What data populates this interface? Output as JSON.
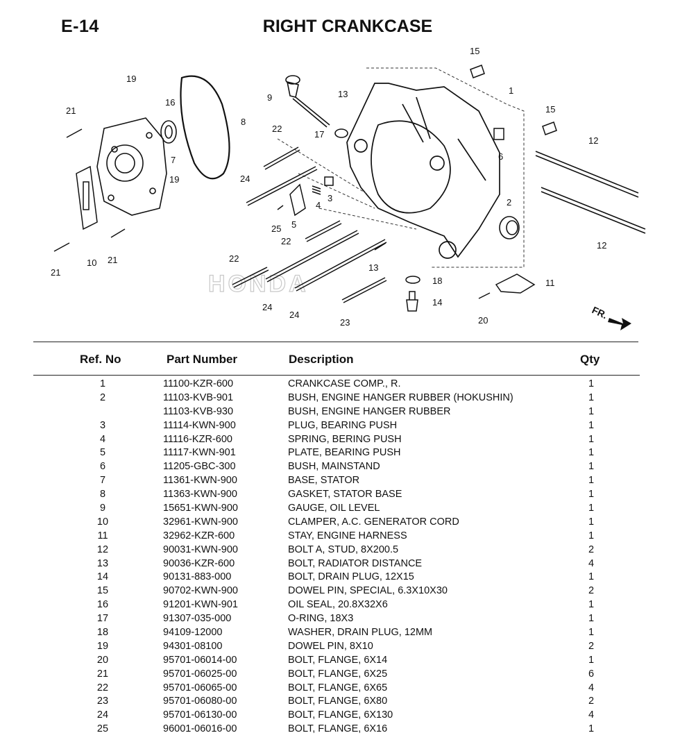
{
  "header": {
    "page_code": "E-14",
    "title": "RIGHT CRANKCASE"
  },
  "diagram": {
    "watermark": "HONDA",
    "direction_label": "FR.",
    "callouts": [
      "1",
      "2",
      "3",
      "4",
      "5",
      "6",
      "7",
      "8",
      "9",
      "10",
      "11",
      "12",
      "12",
      "13",
      "13",
      "14",
      "15",
      "15",
      "16",
      "17",
      "18",
      "19",
      "19",
      "20",
      "21",
      "21",
      "21",
      "22",
      "22",
      "22",
      "23",
      "24",
      "24",
      "24",
      "25"
    ]
  },
  "table": {
    "columns": {
      "ref": "Ref. No",
      "part_number": "Part Number",
      "description": "Description",
      "qty": "Qty"
    },
    "rows": [
      {
        "ref": "1",
        "part_number": "11100-KZR-600",
        "description": "CRANKCASE COMP., R.",
        "qty": "1"
      },
      {
        "ref": "2",
        "part_number": "11103-KVB-901",
        "description": "BUSH, ENGINE HANGER RUBBER (HOKUSHIN)",
        "qty": "1"
      },
      {
        "ref": "",
        "part_number": "11103-KVB-930",
        "description": "BUSH, ENGINE HANGER RUBBER",
        "qty": "1"
      },
      {
        "ref": "3",
        "part_number": "11114-KWN-900",
        "description": "PLUG, BEARING PUSH",
        "qty": "1"
      },
      {
        "ref": "4",
        "part_number": "11116-KZR-600",
        "description": "SPRING, BERING PUSH",
        "qty": "1"
      },
      {
        "ref": "5",
        "part_number": "11117-KWN-901",
        "description": "PLATE, BEARING PUSH",
        "qty": "1"
      },
      {
        "ref": "6",
        "part_number": "11205-GBC-300",
        "description": "BUSH, MAINSTAND",
        "qty": "1"
      },
      {
        "ref": "7",
        "part_number": "11361-KWN-900",
        "description": "BASE, STATOR",
        "qty": "1"
      },
      {
        "ref": "8",
        "part_number": "11363-KWN-900",
        "description": "GASKET, STATOR BASE",
        "qty": "1"
      },
      {
        "ref": "9",
        "part_number": "15651-KWN-900",
        "description": "GAUGE, OIL LEVEL",
        "qty": "1"
      },
      {
        "ref": "10",
        "part_number": "32961-KWN-900",
        "description": "CLAMPER, A.C. GENERATOR CORD",
        "qty": "1"
      },
      {
        "ref": "11",
        "part_number": "32962-KZR-600",
        "description": "STAY, ENGINE HARNESS",
        "qty": "1"
      },
      {
        "ref": "12",
        "part_number": "90031-KWN-900",
        "description": "BOLT A, STUD, 8X200.5",
        "qty": "2"
      },
      {
        "ref": "13",
        "part_number": "90036-KZR-600",
        "description": "BOLT, RADIATOR DISTANCE",
        "qty": "4"
      },
      {
        "ref": "14",
        "part_number": "90131-883-000",
        "description": "BOLT, DRAIN PLUG, 12X15",
        "qty": "1"
      },
      {
        "ref": "15",
        "part_number": "90702-KWN-900",
        "description": "DOWEL PIN, SPECIAL, 6.3X10X30",
        "qty": "2"
      },
      {
        "ref": "16",
        "part_number": "91201-KWN-901",
        "description": "OIL SEAL, 20.8X32X6",
        "qty": "1"
      },
      {
        "ref": "17",
        "part_number": "91307-035-000",
        "description": "O-RING, 18X3",
        "qty": "1"
      },
      {
        "ref": "18",
        "part_number": "94109-12000",
        "description": "WASHER, DRAIN PLUG, 12MM",
        "qty": "1"
      },
      {
        "ref": "19",
        "part_number": "94301-08100",
        "description": "DOWEL PIN, 8X10",
        "qty": "2"
      },
      {
        "ref": "20",
        "part_number": "95701-06014-00",
        "description": "BOLT, FLANGE, 6X14",
        "qty": "1"
      },
      {
        "ref": "21",
        "part_number": "95701-06025-00",
        "description": "BOLT, FLANGE, 6X25",
        "qty": "6"
      },
      {
        "ref": "22",
        "part_number": "95701-06065-00",
        "description": "BOLT, FLANGE, 6X65",
        "qty": "4"
      },
      {
        "ref": "23",
        "part_number": "95701-06080-00",
        "description": "BOLT, FLANGE, 6X80",
        "qty": "2"
      },
      {
        "ref": "24",
        "part_number": "95701-06130-00",
        "description": "BOLT, FLANGE, 6X130",
        "qty": "4"
      },
      {
        "ref": "25",
        "part_number": "96001-06016-00",
        "description": "BOLT, FLANGE, 6X16",
        "qty": "1"
      }
    ]
  }
}
